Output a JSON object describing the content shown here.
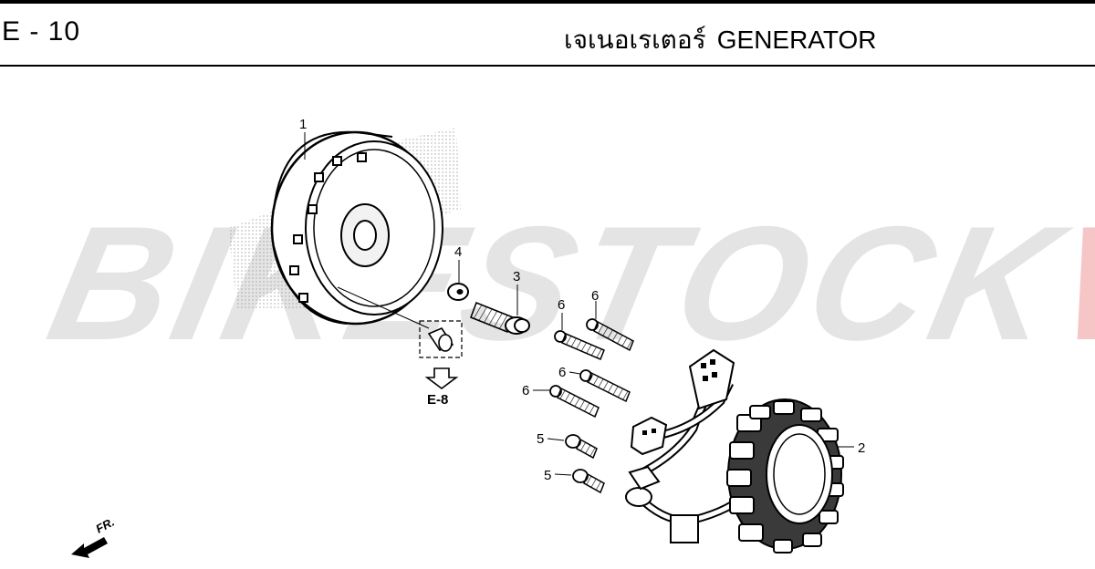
{
  "header": {
    "page_code": "E - 10",
    "title_thai": "เจเนอเรเตอร์",
    "title_en": "GENERATOR"
  },
  "watermark": {
    "part1": "BIKESTOCK",
    "part2": "VN",
    "color1": "#e4e4e4",
    "color2": "#f6c5c5"
  },
  "callouts": {
    "c1": "1",
    "c2": "2",
    "c3": "3",
    "c4": "4",
    "c5a": "5",
    "c5b": "5",
    "c6a": "6",
    "c6b": "6",
    "c6c": "6",
    "c6d": "6"
  },
  "reference": {
    "label": "E-8"
  },
  "direction": {
    "label": "FR."
  }
}
